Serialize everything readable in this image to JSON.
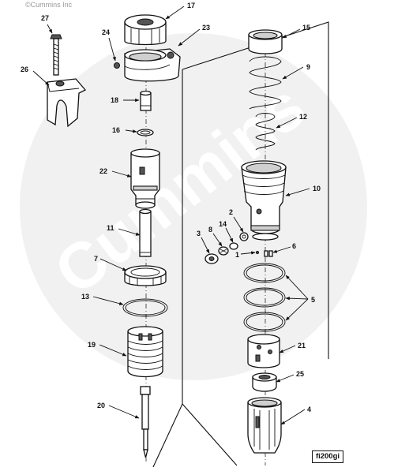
{
  "copyright": "©Cummins Inc",
  "figure_id": "fi200gi",
  "watermark": "Cummins",
  "callouts": [
    "27",
    "17",
    "24",
    "23",
    "15",
    "26",
    "9",
    "18",
    "12",
    "16",
    "22",
    "10",
    "2",
    "14",
    "8",
    "3",
    "6",
    "1",
    "11",
    "7",
    "5",
    "13",
    "21",
    "19",
    "25",
    "20",
    "4"
  ]
}
